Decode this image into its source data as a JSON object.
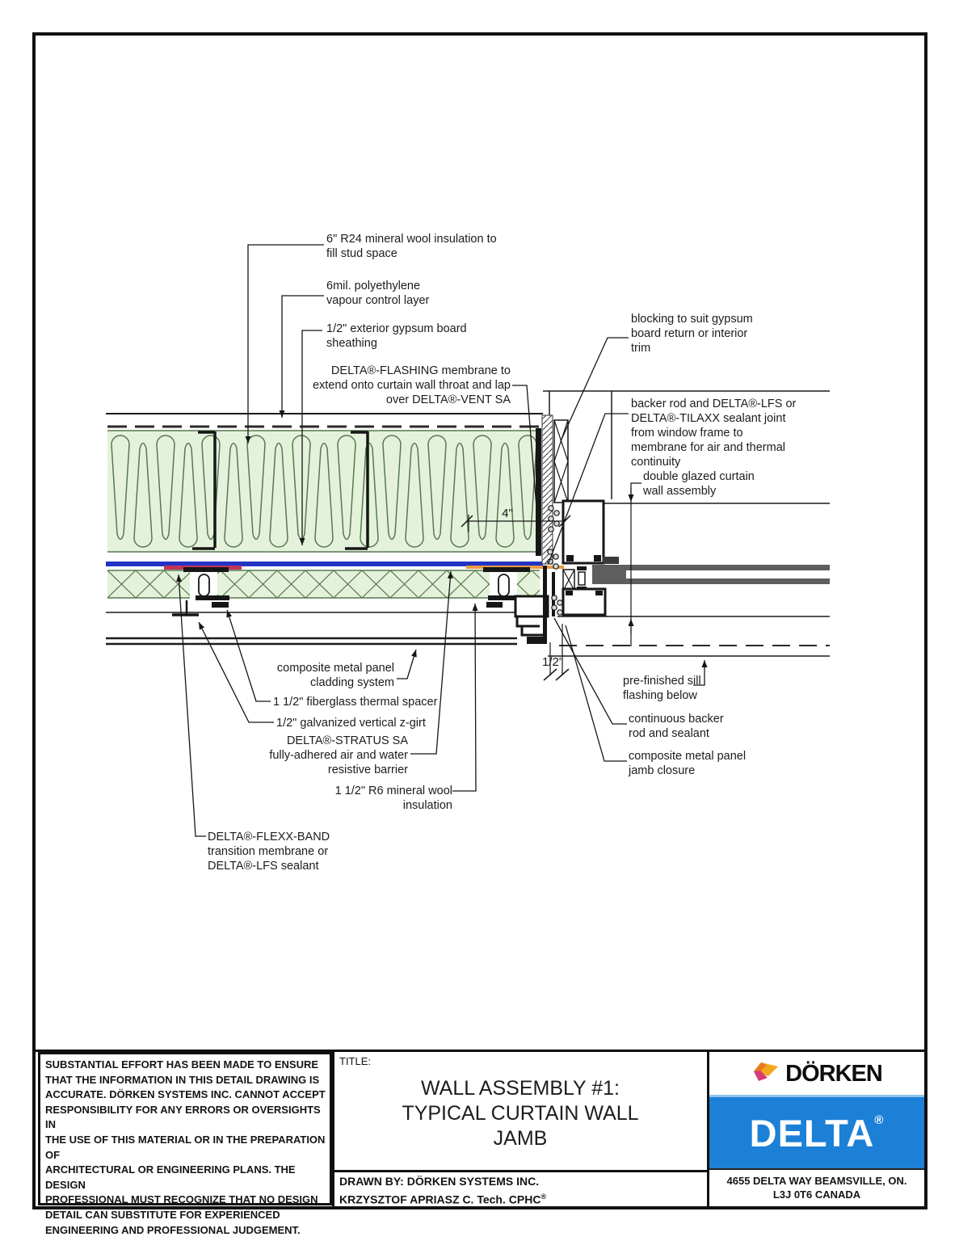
{
  "drawing": {
    "callouts": {
      "r24_insulation": "6\" R24 mineral wool insulation to\nfill stud space",
      "poly_vapour": "6mil. polyethylene\nvapour control layer",
      "gypsum_sheathing": "1/2\" exterior gypsum board\nsheathing",
      "flashing_membrane": "DELTA®-FLASHING membrane to\nextend onto curtain wall throat and lap\nover DELTA®-VENT SA",
      "blocking": "blocking to suit gypsum\nboard return or interior\ntrim",
      "backer_rod_joint": "backer rod and DELTA®-LFS or\nDELTA®-TILAXX sealant joint\nfrom window frame to\nmembrane for air and thermal\ncontinuity",
      "double_glazed": "double glazed curtain\nwall assembly",
      "pre_finished_sill": "pre-finished sill\nflashing below",
      "continuous_backer": "continuous backer\nrod and sealant",
      "jamb_closure": "composite metal panel\njamb closure",
      "cladding_system": "composite metal panel\ncladding system",
      "fiberglass_spacer": "1 1/2\" fiberglass thermal spacer",
      "z_girt": "1/2\" galvanized vertical z-girt",
      "stratus_barrier": "DELTA®-STRATUS SA\nfully-adhered air and water\nresistive barrier",
      "r6_insulation": "1 1/2\" R6 mineral wool\ninsulation",
      "flexx_band": "DELTA®-FLEXX-BAND\ntransition membrane or\nDELTA®-LFS sealant"
    },
    "dimensions": {
      "stud_offset": "4\"",
      "joint_gap": "1/2\""
    }
  },
  "titleblock": {
    "title_label": "TITLE:",
    "title": "WALL ASSEMBLY #1:\nTYPICAL CURTAIN WALL\nJAMB",
    "drawn_by_line1": "DRAWN BY: DÖRKEN SYSTEMS INC.",
    "drawn_by_line2": "KRZYSZTOF APRIASZ C. Tech. CPHC",
    "reg": "®",
    "disclaimer": "SUBSTANTIAL EFFORT HAS BEEN MADE TO ENSURE\nTHAT THE INFORMATION IN THIS DETAIL DRAWING IS\nACCURATE. DÖRKEN SYSTEMS INC. CANNOT ACCEPT\nRESPONSIBILITY FOR ANY ERRORS OR OVERSIGHTS IN\nTHE USE OF THIS MATERIAL OR IN THE PREPARATION OF\nARCHITECTURAL OR ENGINEERING PLANS. THE DESIGN\nPROFESSIONAL MUST RECOGNIZE THAT NO DESIGN\nDETAIL CAN SUBSTITUTE FOR EXPERIENCED\nENGINEERING AND PROFESSIONAL JUDGEMENT."
  },
  "logo": {
    "brand": "DÖRKEN",
    "product": "DELTA",
    "reg": "®",
    "address": "4655 DELTA WAY BEAMSVILLE, ON.\nL3J 0T6 CANADA"
  },
  "colors": {
    "delta_blue": "#1c80d6",
    "dorken_yellow": "#f3a71e",
    "dorken_magenta": "#d63a7a",
    "insulation_fill": "#e4f2db",
    "insulation_stroke": "#57784f",
    "barrier_blue": "#2334c4",
    "flexx_red": "#c23457",
    "flashing_orange": "#e99a41",
    "glass_gray": "#5e5e5e",
    "line_black": "#1c1c1c"
  }
}
